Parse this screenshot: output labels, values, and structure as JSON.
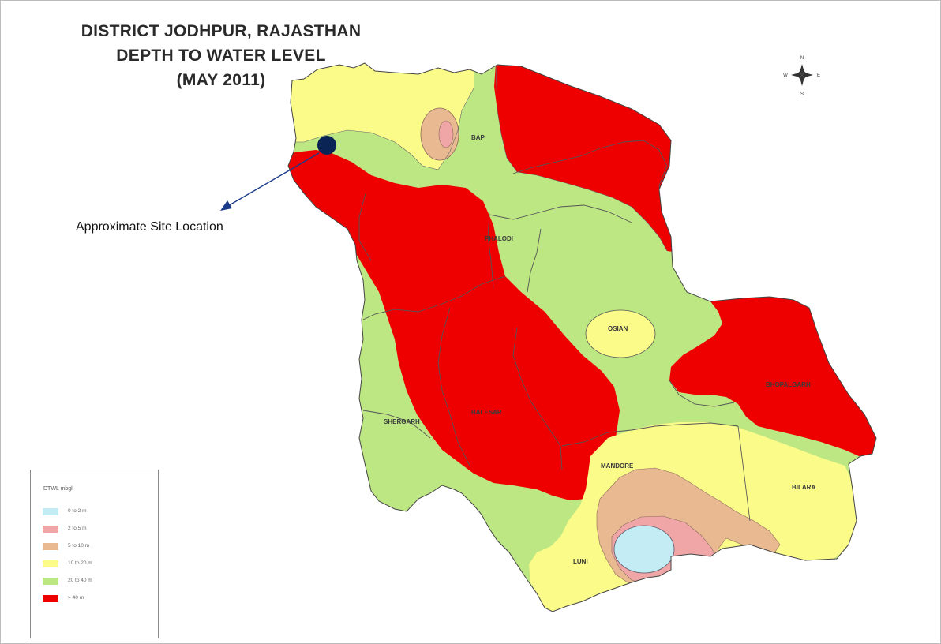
{
  "map": {
    "title_lines": [
      "DISTRICT JODHPUR, RAJASTHAN",
      "DEPTH TO WATER LEVEL",
      "(MAY 2011)"
    ],
    "place_labels": {
      "bap": "BAP",
      "phalodi": "PHALODI",
      "osian": "OSIAN",
      "bhopalgarh": "BHOPALGARH",
      "shergarh": "SHERGARH",
      "balesar": "BALESAR",
      "mandore": "MANDORE",
      "bilara": "BILARA",
      "luni": "LUNI"
    },
    "annotation": "Approximate Site Location",
    "compass": {
      "n": "N",
      "s": "S",
      "e": "E",
      "w": "W"
    }
  },
  "legend": {
    "title": "DTWL mbgl",
    "items": [
      {
        "label": "0 to 2 m",
        "color": "#c4ecf5"
      },
      {
        "label": "2 to 5 m",
        "color": "#f0a6a6"
      },
      {
        "label": "5 to 10 m",
        "color": "#e9b992"
      },
      {
        "label": "10 to 20 m",
        "color": "#fbfb8a"
      },
      {
        "label": "20 to 40 m",
        "color": "#bde783"
      },
      {
        "label": "> 40 m",
        "color": "#ee0000"
      }
    ]
  },
  "colors": {
    "zone_0_2": "#c4ecf5",
    "zone_2_5": "#f0a6a6",
    "zone_5_10": "#e9b992",
    "zone_10_20": "#fbfb8a",
    "zone_20_40": "#bde783",
    "zone_gt_40": "#ee0000",
    "site_marker": "#0a2456",
    "arrow": "#1a3a8a"
  }
}
